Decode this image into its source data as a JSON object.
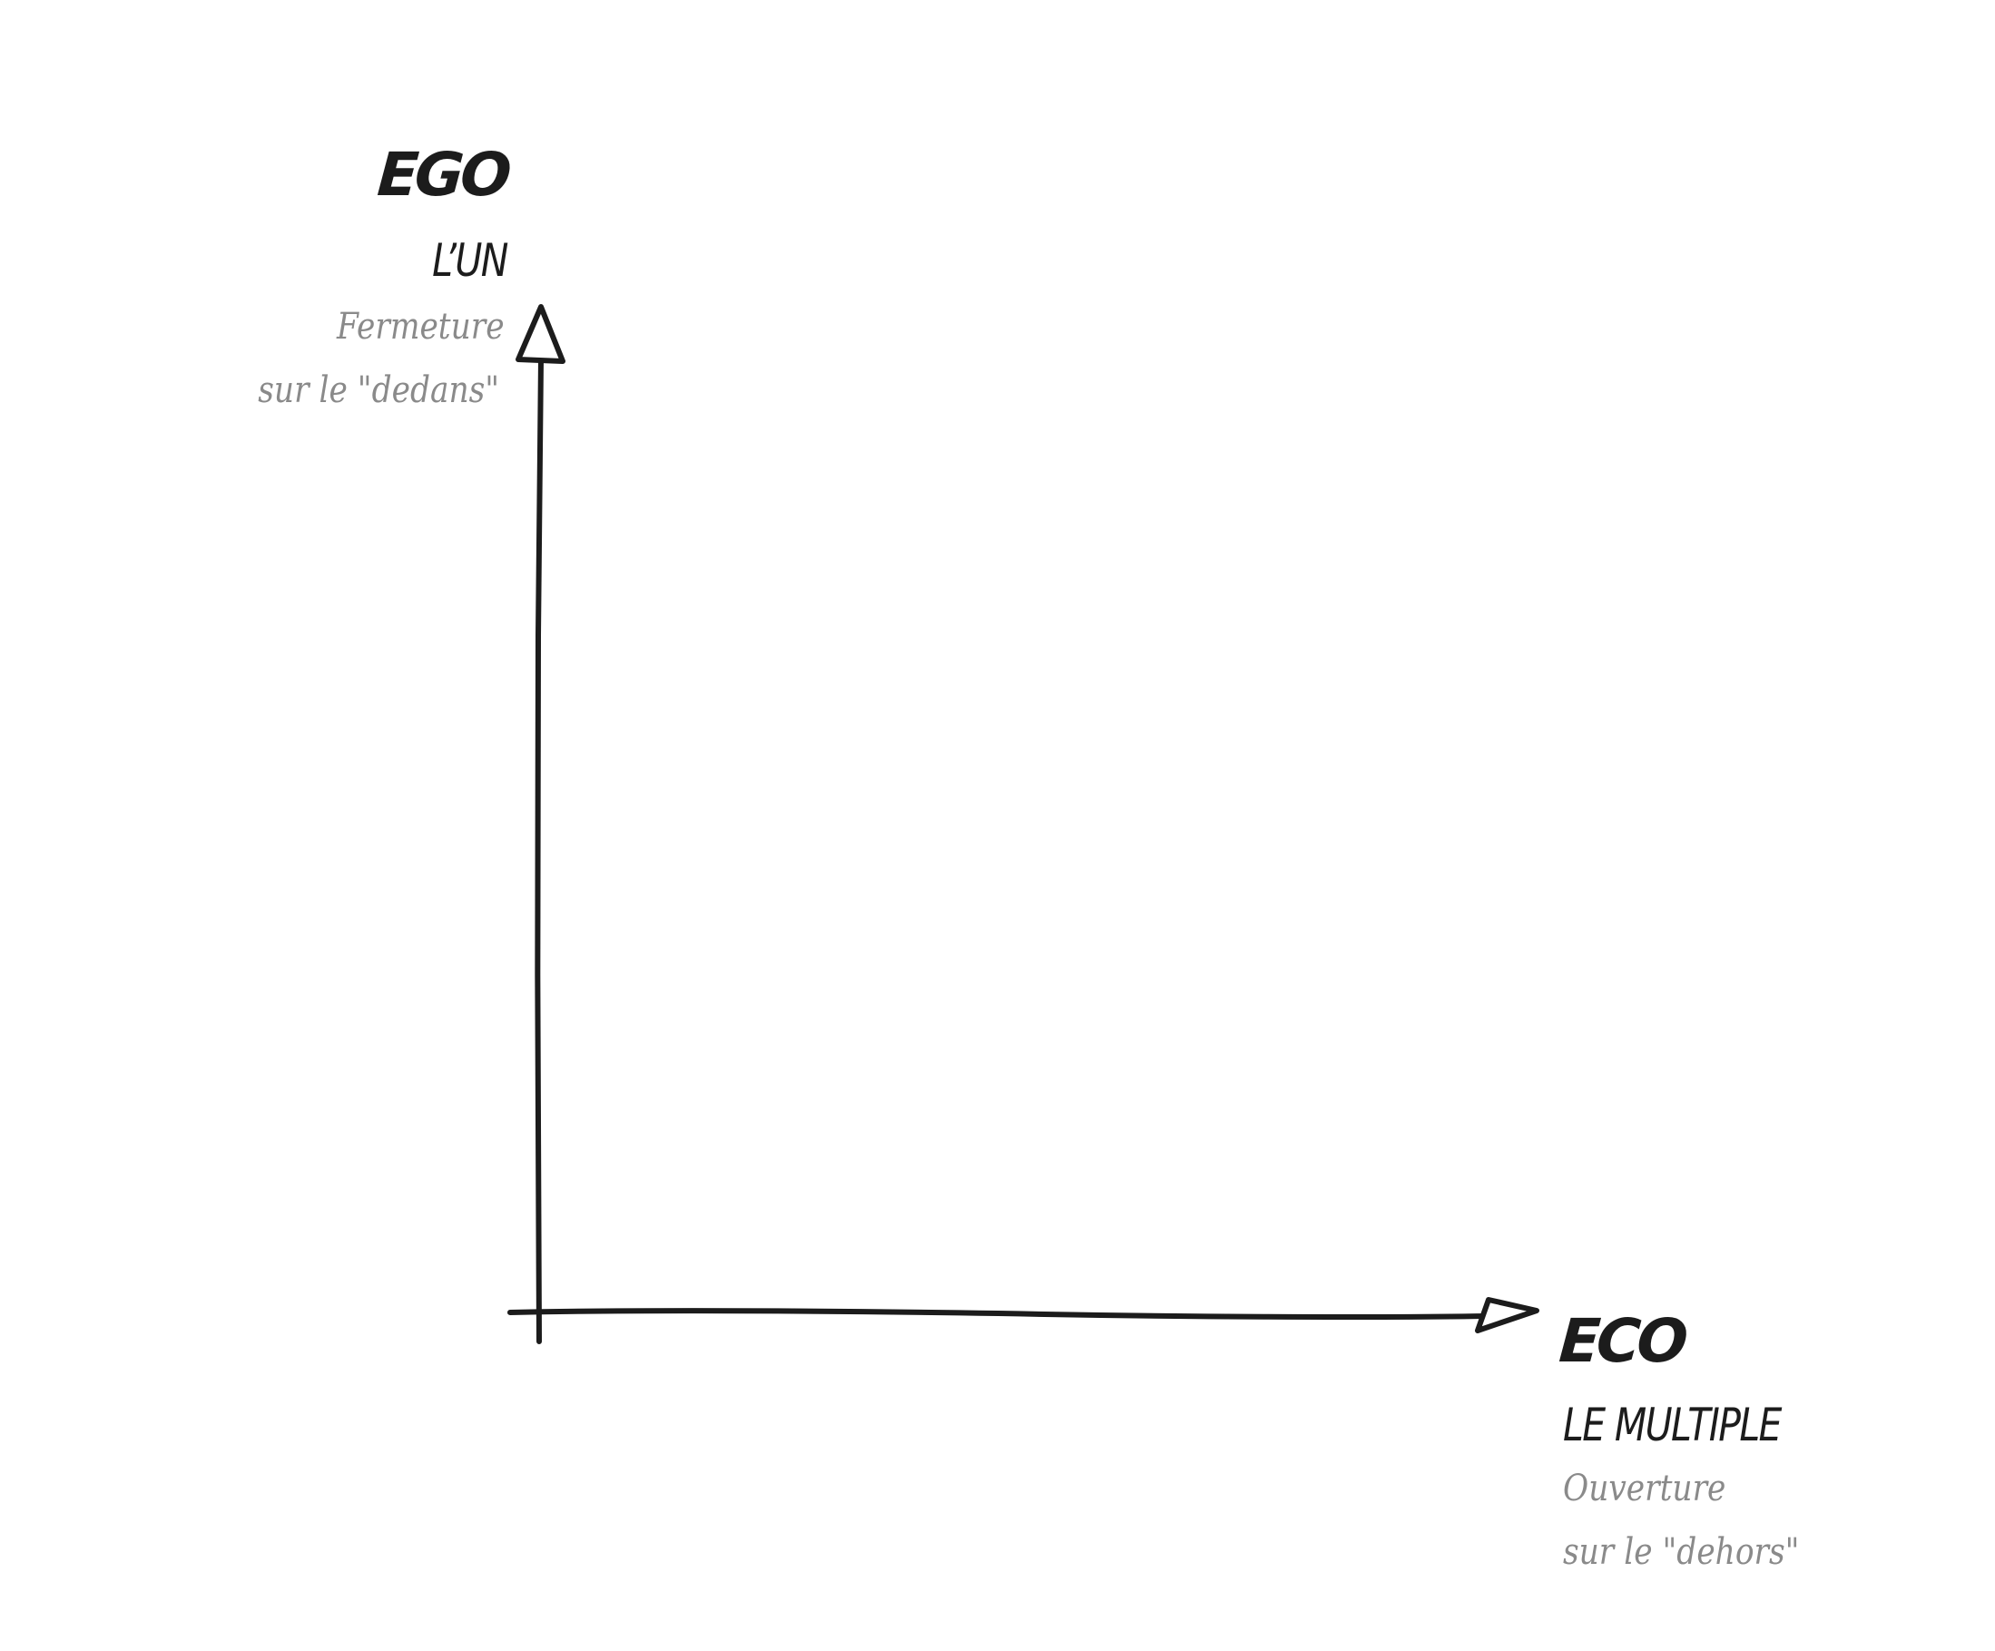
{
  "vertical_axis": {
    "title": "EGO",
    "subtitle": "L’UN",
    "description_line1": "Fermeture",
    "description_line2": "sur le \"dedans\""
  },
  "horizontal_axis": {
    "title": "ECO",
    "subtitle": "LE MULTIPLE",
    "description_line1": "Ouverture",
    "description_line2": "sur le \"dehors\""
  },
  "colors": {
    "background": "#ffffff",
    "stroke": "#1c1c1c",
    "heading": "#1c1c1c",
    "description": "#8a8a8a"
  }
}
